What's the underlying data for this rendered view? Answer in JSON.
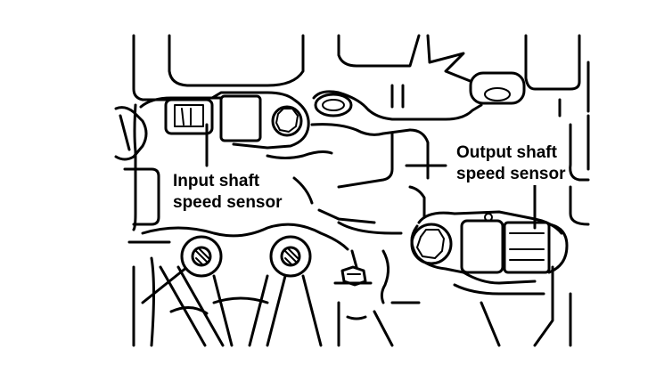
{
  "labels": {
    "input_line1": "Input shaft",
    "input_line2": "speed sensor",
    "output_line1": "Output shaft",
    "output_line2": "speed sensor"
  },
  "colors": {
    "line": "#000000",
    "background": "#ffffff"
  }
}
